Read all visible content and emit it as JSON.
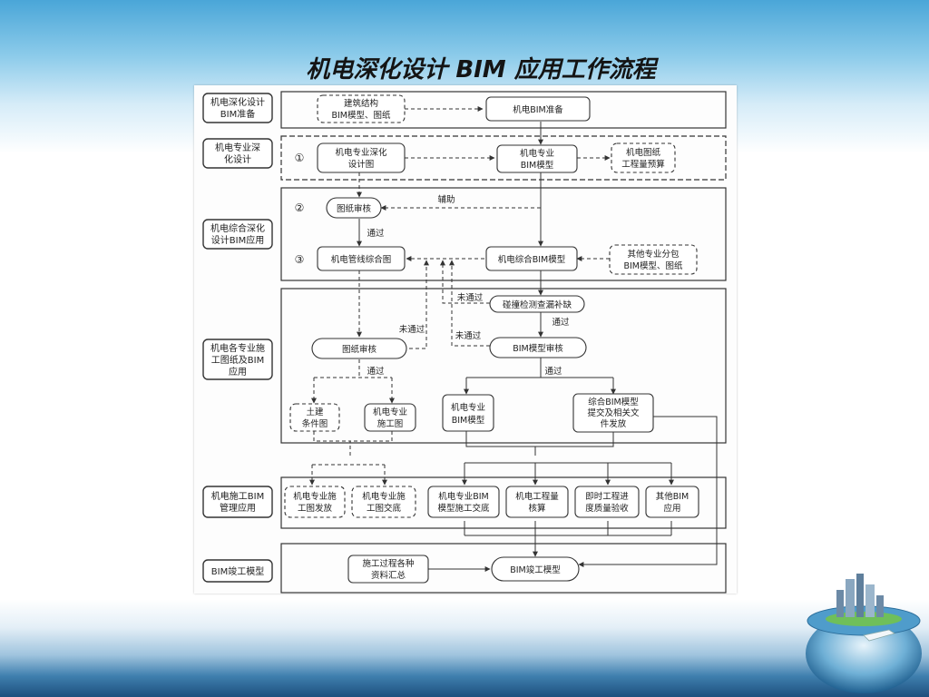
{
  "page": {
    "title": "机电深化设计 BIM  应用工作流程"
  },
  "stages": [
    {
      "line1": "机电深化设计",
      "line2": "BIM准备"
    },
    {
      "line1": "机电专业深",
      "line2": "化设计"
    },
    {
      "line1": "机电综合深化",
      "line2": "设计BIM应用"
    },
    {
      "line1": "机电各专业施",
      "line2": "工图纸及BIM",
      "line3": "应用"
    },
    {
      "line1": "机电施工BIM",
      "line2": "管理应用"
    },
    {
      "line1": "BIM竣工模型"
    }
  ],
  "steps": {
    "s1": "①",
    "s2": "②",
    "s3": "③"
  },
  "nodes": {
    "arch_model": {
      "line1": "建筑结构",
      "line2": "BIM模型、图纸"
    },
    "mep_prep": "机电BIM准备",
    "mep_design_drawing": {
      "line1": "机电专业深化",
      "line2": "设计图"
    },
    "mep_model": {
      "line1": "机电专业",
      "line2": "BIM模型"
    },
    "mep_drawing_budget": {
      "line1": "机电图纸",
      "line2": "工程量预算"
    },
    "drawing_review": "图纸审核",
    "pipeline_combined": "机电管线综合图",
    "combined_model": "机电综合BIM模型",
    "other_subcontract": {
      "line1": "其他专业分包",
      "line2": "BIM模型、图纸"
    },
    "clash_detection": "碰撞检测查漏补缺",
    "drawing_review2": "图纸审核",
    "bim_model_review": "BIM模型审核",
    "civil_condition": {
      "line1": "土建",
      "line2": "条件图"
    },
    "mep_construction_drawing": {
      "line1": "机电专业",
      "line2": "施工图"
    },
    "mep_model2": {
      "line1": "机电专业",
      "line2": "BIM模型"
    },
    "combined_submit": {
      "line1": "综合BIM模型",
      "line2": "提交及相关文",
      "line3": "件发放"
    },
    "drawing_issue": {
      "line1": "机电专业施",
      "line2": "工图发放"
    },
    "drawing_handover": {
      "line1": "机电专业施",
      "line2": "工图交底"
    },
    "model_handover": {
      "line1": "机电专业BIM",
      "line2": "模型施工交底"
    },
    "quantity_calc": {
      "line1": "机电工程量",
      "line2": "核算"
    },
    "progress_acceptance": {
      "line1": "即时工程进",
      "line2": "度质量验收"
    },
    "other_bim_app": {
      "line1": "其他BIM",
      "line2": "应用"
    },
    "process_docs": {
      "line1": "施工过程各种",
      "line2": "资料汇总"
    },
    "asbuilt_model": "BIM竣工模型"
  },
  "edge_labels": {
    "assist": "辅助",
    "pass1": "通过",
    "fail1": "未通过",
    "pass2": "通过",
    "fail2": "未通过",
    "fail3": "未通过",
    "pass3": "通过",
    "pass4": "通过"
  }
}
